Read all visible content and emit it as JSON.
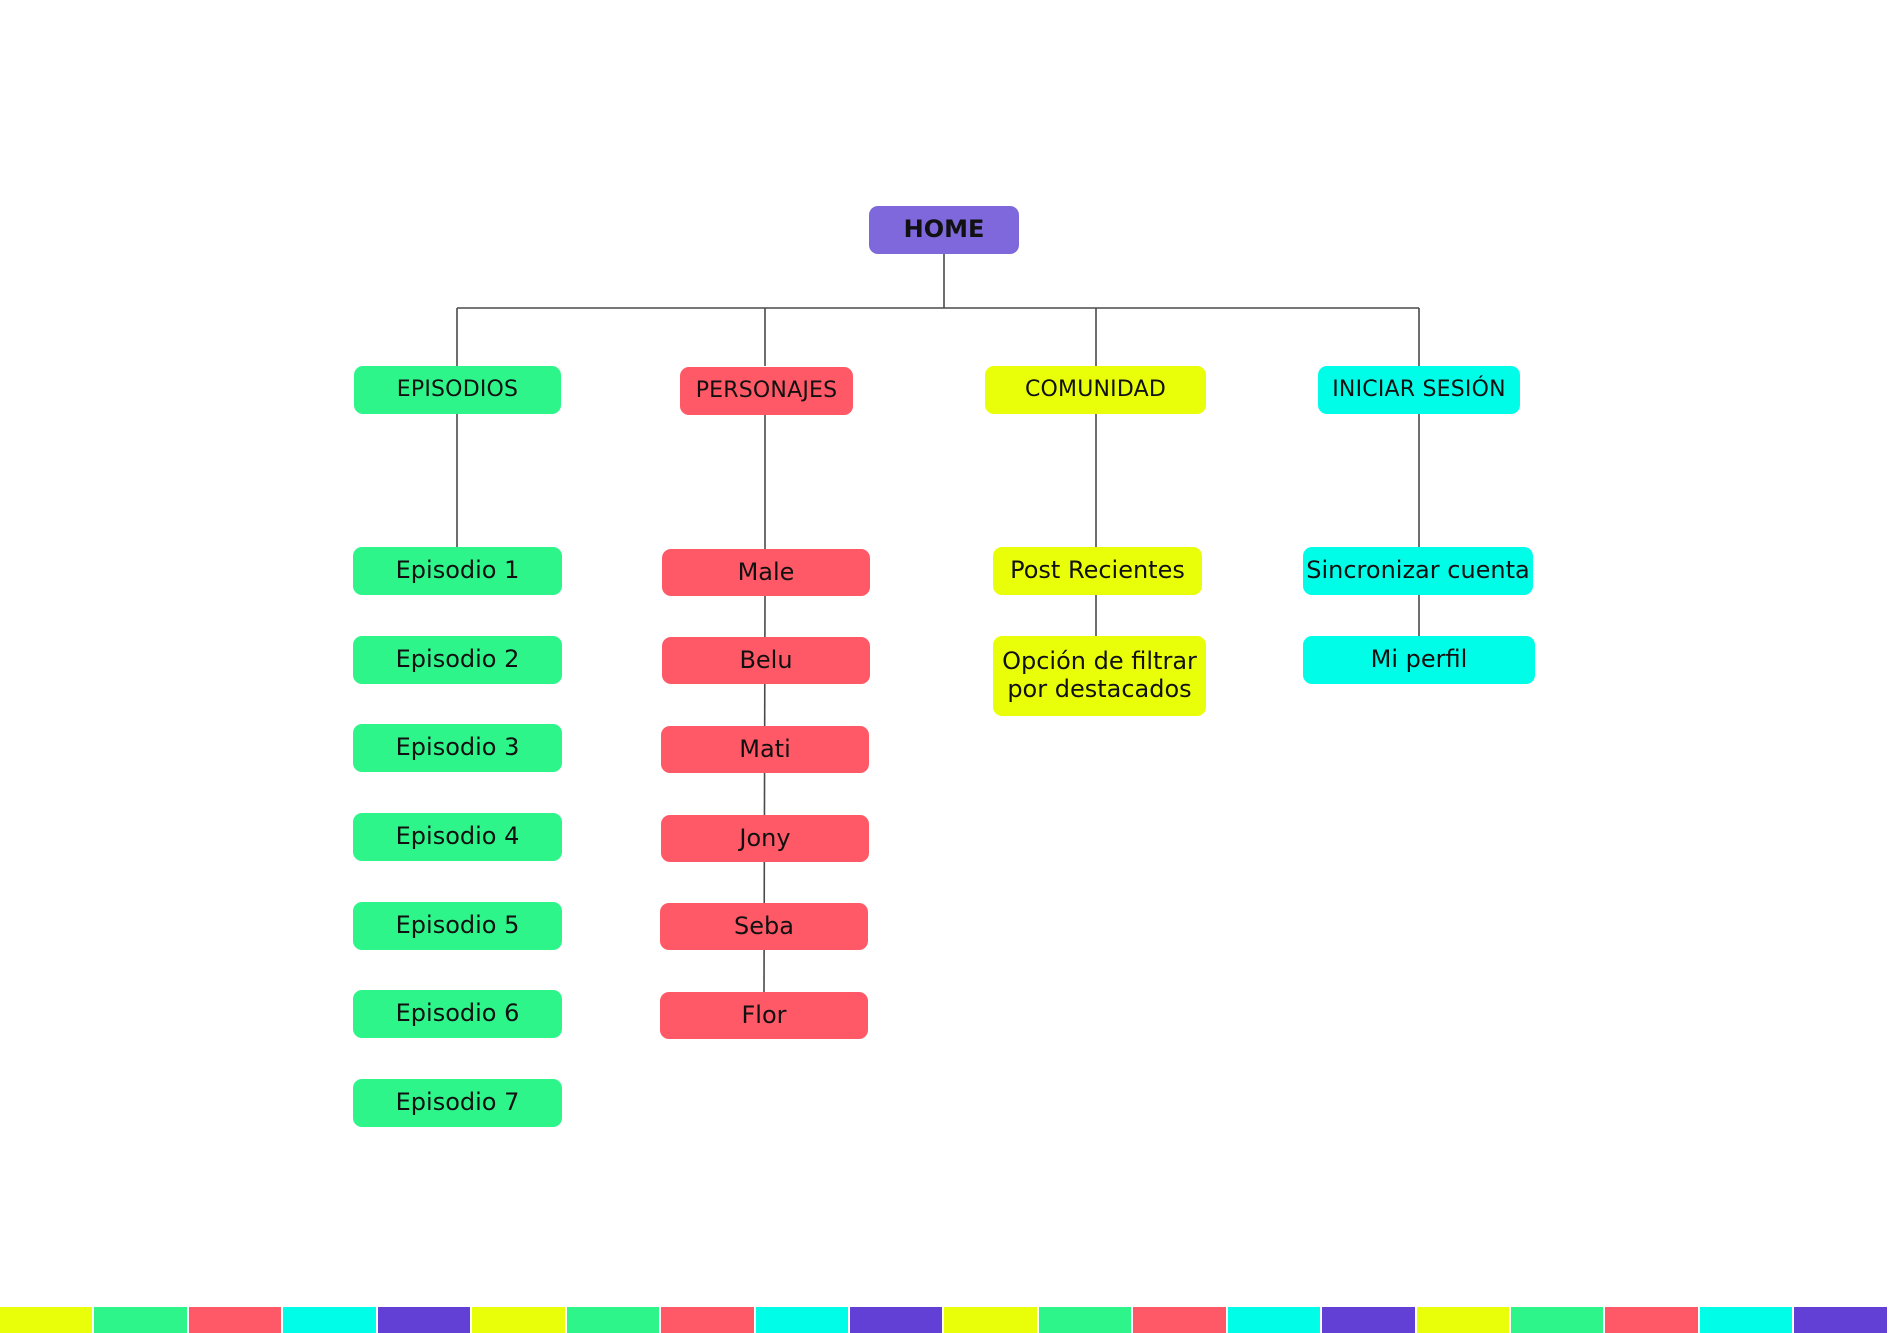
{
  "colors": {
    "root": "#7f68dc",
    "green": "#2ef58a",
    "red": "#ff5866",
    "yellow": "#e9ff0a",
    "cyan": "#00fde8",
    "purple": "#6240d6",
    "line": "#4a4a4a",
    "background": "#ffffff"
  },
  "root": {
    "label": "HOME"
  },
  "branches": [
    {
      "label": "EPISODIOS",
      "color": "green",
      "children": [
        "Episodio 1",
        "Episodio 2",
        "Episodio 3",
        "Episodio 4",
        "Episodio 5",
        "Episodio 6",
        "Episodio 7"
      ]
    },
    {
      "label": "PERSONAJES",
      "color": "red",
      "children": [
        "Male",
        "Belu",
        "Mati",
        "Jony",
        "Seba",
        "Flor"
      ]
    },
    {
      "label": "COMUNIDAD",
      "color": "yellow",
      "children": [
        "Post Recientes",
        "Opción de filtrar\npor destacados"
      ]
    },
    {
      "label": "INICIAR SESIÓN",
      "color": "cyan",
      "children": [
        "Sincronizar cuenta",
        "Mi perfil"
      ]
    }
  ],
  "footer_stripe": [
    "yellow",
    "green",
    "red",
    "cyan",
    "purple",
    "yellow",
    "green",
    "red",
    "cyan",
    "purple",
    "yellow",
    "green",
    "red",
    "cyan",
    "purple",
    "yellow",
    "green",
    "red",
    "cyan",
    "purple"
  ]
}
